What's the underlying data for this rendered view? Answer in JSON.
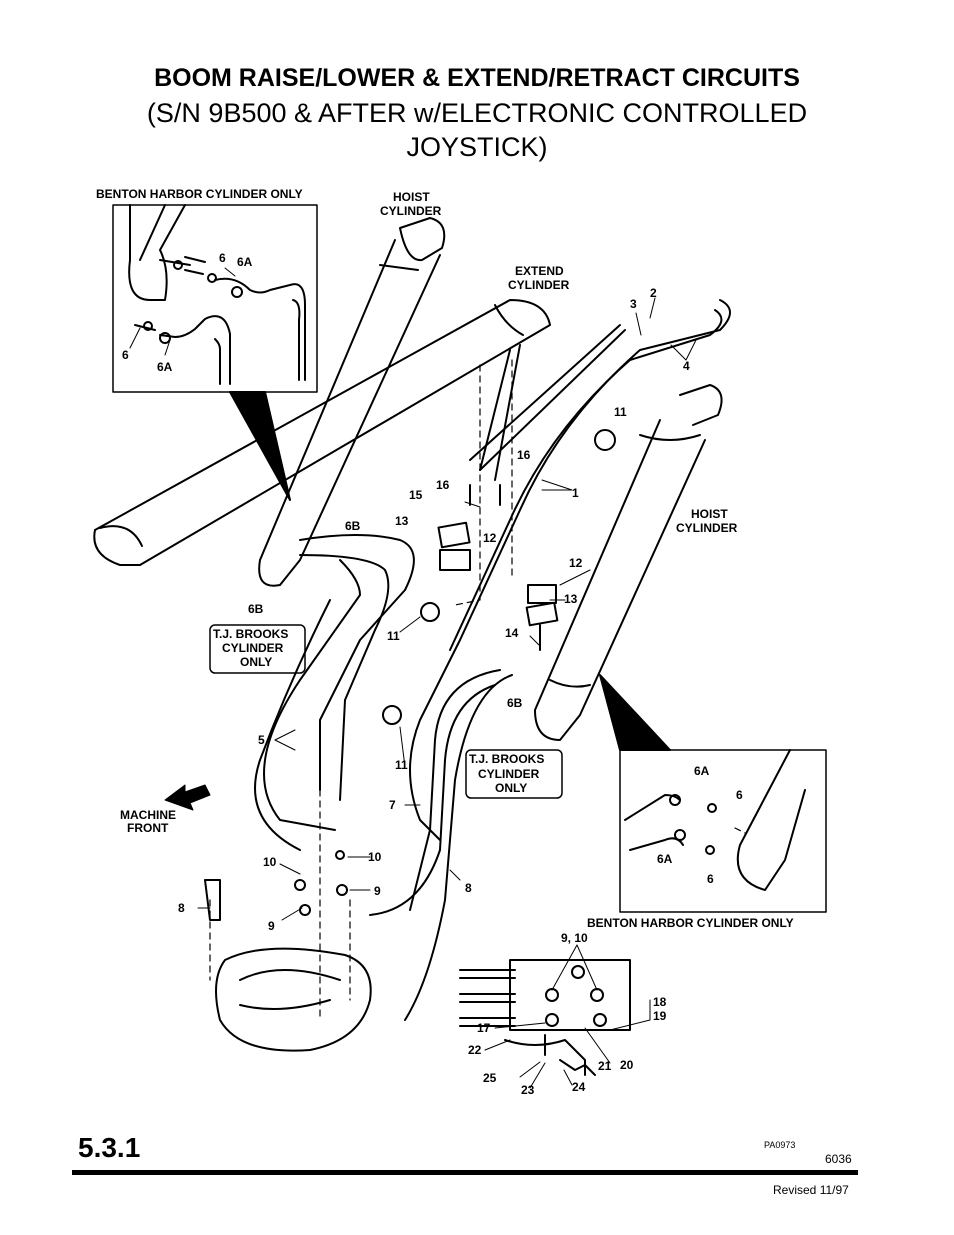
{
  "title": {
    "line1": "BOOM RAISE/LOWER & EXTEND/RETRACT CIRCUITS",
    "line2": "(S/N 9B500 & AFTER w/ELECTRONIC CONTROLLED",
    "line3": "JOYSTICK)"
  },
  "labels": {
    "benton_top": "BENTON HARBOR CYLINDER ONLY",
    "benton_bottom": "BENTON HARBOR CYLINDER ONLY",
    "hoist_top_1": "HOIST",
    "hoist_top_2": "CYLINDER",
    "extend_1": "EXTEND",
    "extend_2": "CYLINDER",
    "hoist_right_1": "HOIST",
    "hoist_right_2": "CYLINDER",
    "tj_left_1": "T.J. BROOKS",
    "tj_left_2": "CYLINDER",
    "tj_left_3": "ONLY",
    "tj_mid_1": "T.J. BROOKS",
    "tj_mid_2": "CYLINDER",
    "tj_mid_3": "ONLY",
    "machine_front_1": "MACHINE",
    "machine_front_2": "FRONT"
  },
  "callouts": {
    "c6_a": "6",
    "c6a_a": "6A",
    "c6_b": "6",
    "c6a_b": "6A",
    "c3": "3",
    "c2": "2",
    "c4": "4",
    "c11_a": "11",
    "c16_a": "16",
    "c16_b": "16",
    "c15": "15",
    "c1": "1",
    "c13_a": "13",
    "c12_a": "12",
    "c6b_a": "6B",
    "c12_b": "12",
    "c13_b": "13",
    "c6b_b": "6B",
    "c14": "14",
    "c11_b": "11",
    "c6b_c": "6B",
    "c5": "5",
    "c11_c": "11",
    "c7": "7",
    "c6a_c": "6A",
    "c6_c": "6",
    "c6a_d": "6A",
    "c6_d": "6",
    "c10_a": "10",
    "c10_b": "10",
    "c8_a": "8",
    "c8_b": "8",
    "c9_a": "9",
    "c9_b": "9",
    "c9_10": "9, 10",
    "c18": "18",
    "c19": "19",
    "c17": "17",
    "c22": "22",
    "c21": "21",
    "c20": "20",
    "c25": "25",
    "c23": "23",
    "c24": "24"
  },
  "footer": {
    "section": "5.3.1",
    "code": "PA0973",
    "page": "6036",
    "revised": "Revised 11/97"
  }
}
